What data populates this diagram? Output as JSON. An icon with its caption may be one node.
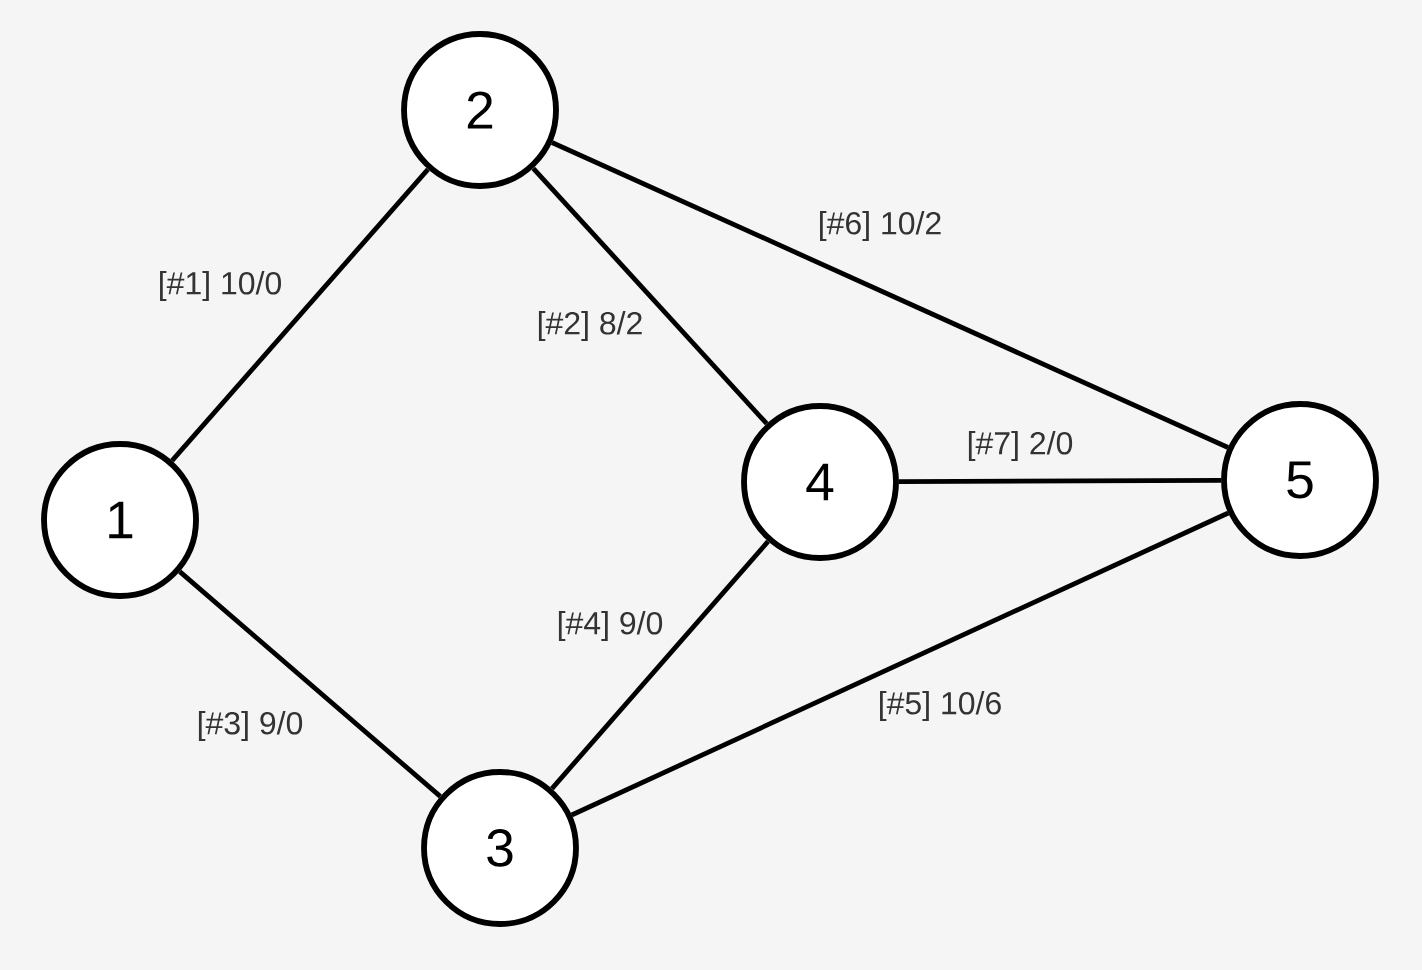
{
  "diagram": {
    "nodes": [
      {
        "text": [
          "1"
        ]
      },
      {
        "text": [
          "2"
        ]
      },
      {
        "text": [
          "3"
        ]
      },
      {
        "text": [
          "4"
        ]
      },
      {
        "text": [
          "5"
        ]
      }
    ],
    "edges": [
      {
        "from": 0,
        "to": 1,
        "arrow": "none",
        "label": "[#1] 10/0"
      },
      {
        "from": 1,
        "to": 3,
        "arrow": "none",
        "label": "[#2] 8/2"
      },
      {
        "from": 0,
        "to": 2,
        "arrow": "none",
        "label": "[#3] 9/0"
      },
      {
        "from": 2,
        "to": 3,
        "arrow": "none",
        "label": "[#4] 9/0"
      },
      {
        "from": 2,
        "to": 4,
        "arrow": "none",
        "label": "[#5] 10/6"
      },
      {
        "from": 1,
        "to": 4,
        "arrow": "none",
        "label": "[#6] 10/2"
      },
      {
        "from": 3,
        "to": 4,
        "arrow": "none",
        "label": "[#7] 2/0"
      }
    ]
  }
}
